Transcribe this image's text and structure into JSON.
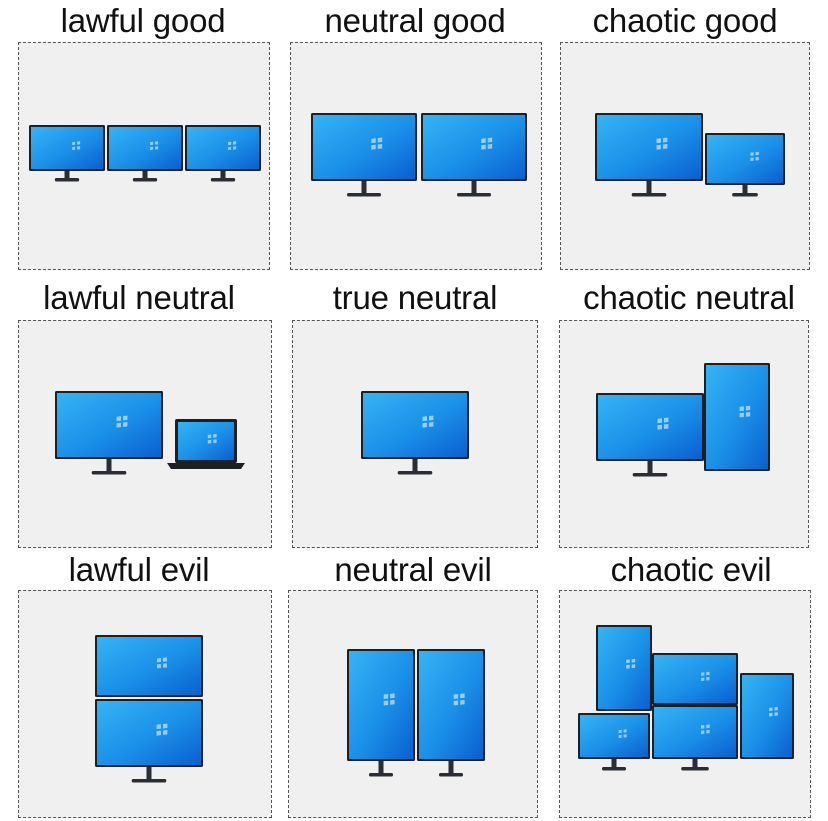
{
  "chart": {
    "cells": [
      {
        "label": "lawful good"
      },
      {
        "label": "neutral good"
      },
      {
        "label": "chaotic good"
      },
      {
        "label": "lawful neutral"
      },
      {
        "label": "true neutral"
      },
      {
        "label": "chaotic neutral"
      },
      {
        "label": "lawful evil"
      },
      {
        "label": "neutral evil"
      },
      {
        "label": "chaotic evil"
      }
    ]
  },
  "colors": {
    "screen_light": "#35b4f5",
    "screen_dark": "#0a5fd0",
    "bezel": "#1c1f24",
    "stand": "#2a2d33",
    "panel_bg": "#f0f0f0"
  },
  "icons": [
    "windows-logo-icon",
    "monitor-icon",
    "laptop-icon"
  ]
}
